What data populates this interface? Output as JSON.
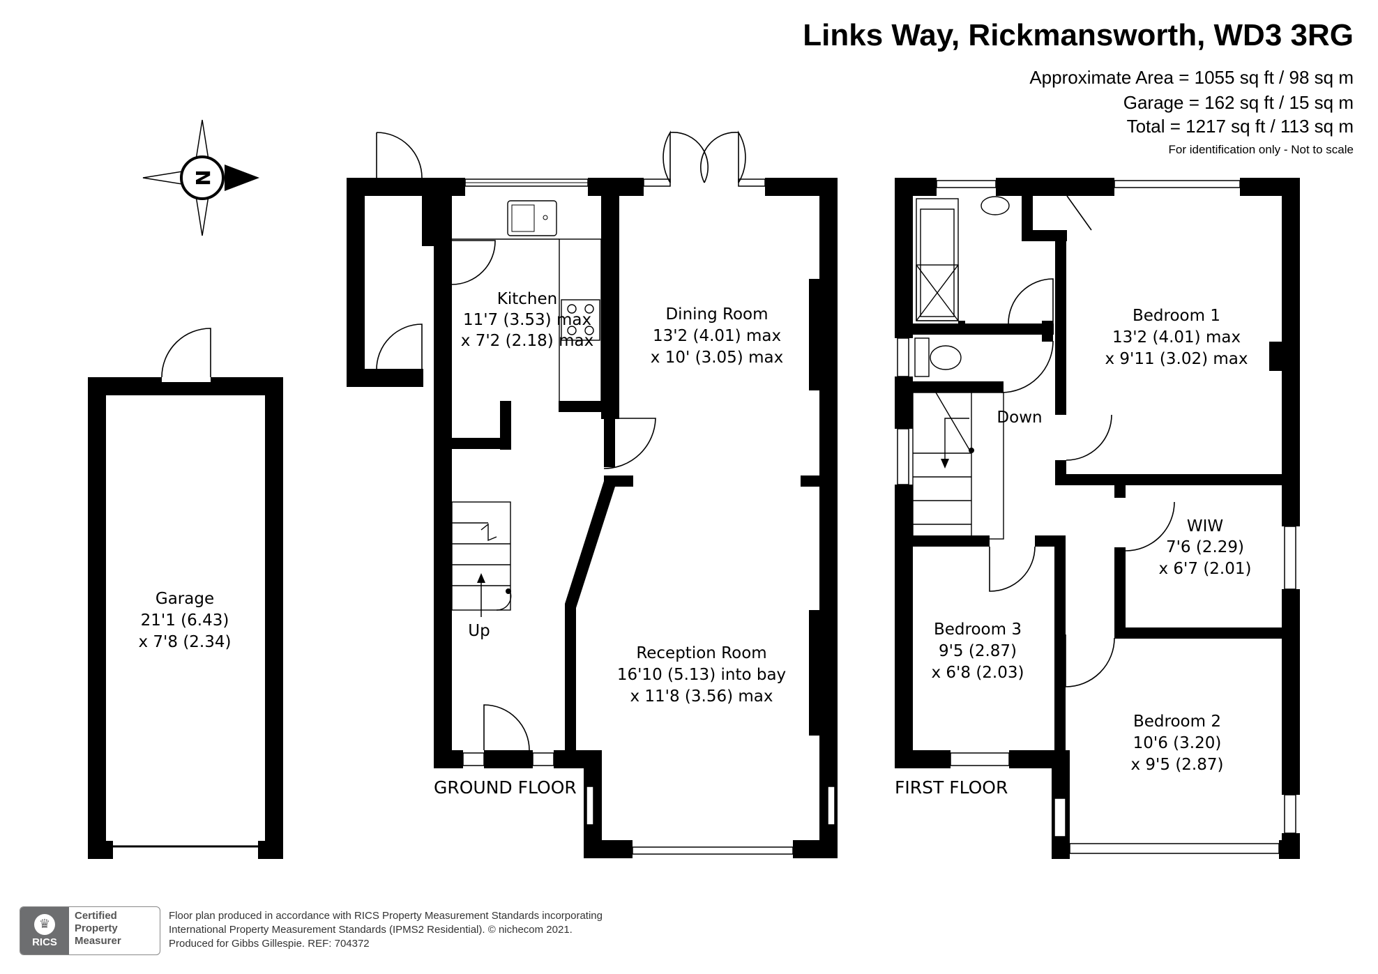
{
  "header": {
    "address": "Links Way, Rickmansworth, WD3 3RG",
    "approx_area": "Approximate Area = 1055 sq ft / 98 sq m",
    "garage_area": "Garage = 162 sq ft / 15 sq m",
    "total_area": "Total = 1217 sq ft / 113 sq m",
    "disclaimer": "For identification only - Not to scale"
  },
  "compass": {
    "letter": "N",
    "icon": "compass-rose-icon"
  },
  "floors": {
    "ground": "GROUND FLOOR",
    "first": "FIRST FLOOR"
  },
  "rooms": {
    "garage": {
      "name": "Garage",
      "dim1": "21'1 (6.43)",
      "dim2": "x 7'8 (2.34)"
    },
    "kitchen": {
      "name": "Kitchen",
      "dim1": "11'7 (3.53) max",
      "dim2": "x 7'2 (2.18) max"
    },
    "dining": {
      "name": "Dining Room",
      "dim1": "13'2 (4.01) max",
      "dim2": "x 10' (3.05) max"
    },
    "reception": {
      "name": "Reception Room",
      "dim1": "16'10 (5.13) into bay",
      "dim2": "x 11'8 (3.56) max"
    },
    "bedroom1": {
      "name": "Bedroom 1",
      "dim1": "13'2 (4.01) max",
      "dim2": "x 9'11 (3.02) max"
    },
    "wiw": {
      "name": "WIW",
      "dim1": "7'6 (2.29)",
      "dim2": "x 6'7 (2.01)"
    },
    "bedroom3": {
      "name": "Bedroom 3",
      "dim1": "9'5 (2.87)",
      "dim2": "x 6'8 (2.03)"
    },
    "bedroom2": {
      "name": "Bedroom 2",
      "dim1": "10'6 (3.20)",
      "dim2": "x 9'5 (2.87)"
    }
  },
  "stairs": {
    "up": "Up",
    "down": "Down"
  },
  "footer": {
    "line1": "Floor plan produced in accordance with RICS Property Measurement Standards incorporating",
    "line2": "International Property Measurement Standards (IPMS2 Residential).   © nichecom 2021.",
    "line3": "Produced for Gibbs Gillespie.   REF: 704372"
  },
  "badge": {
    "org": "RICS",
    "line1": "Certified",
    "line2": "Property",
    "line3": "Measurer"
  }
}
